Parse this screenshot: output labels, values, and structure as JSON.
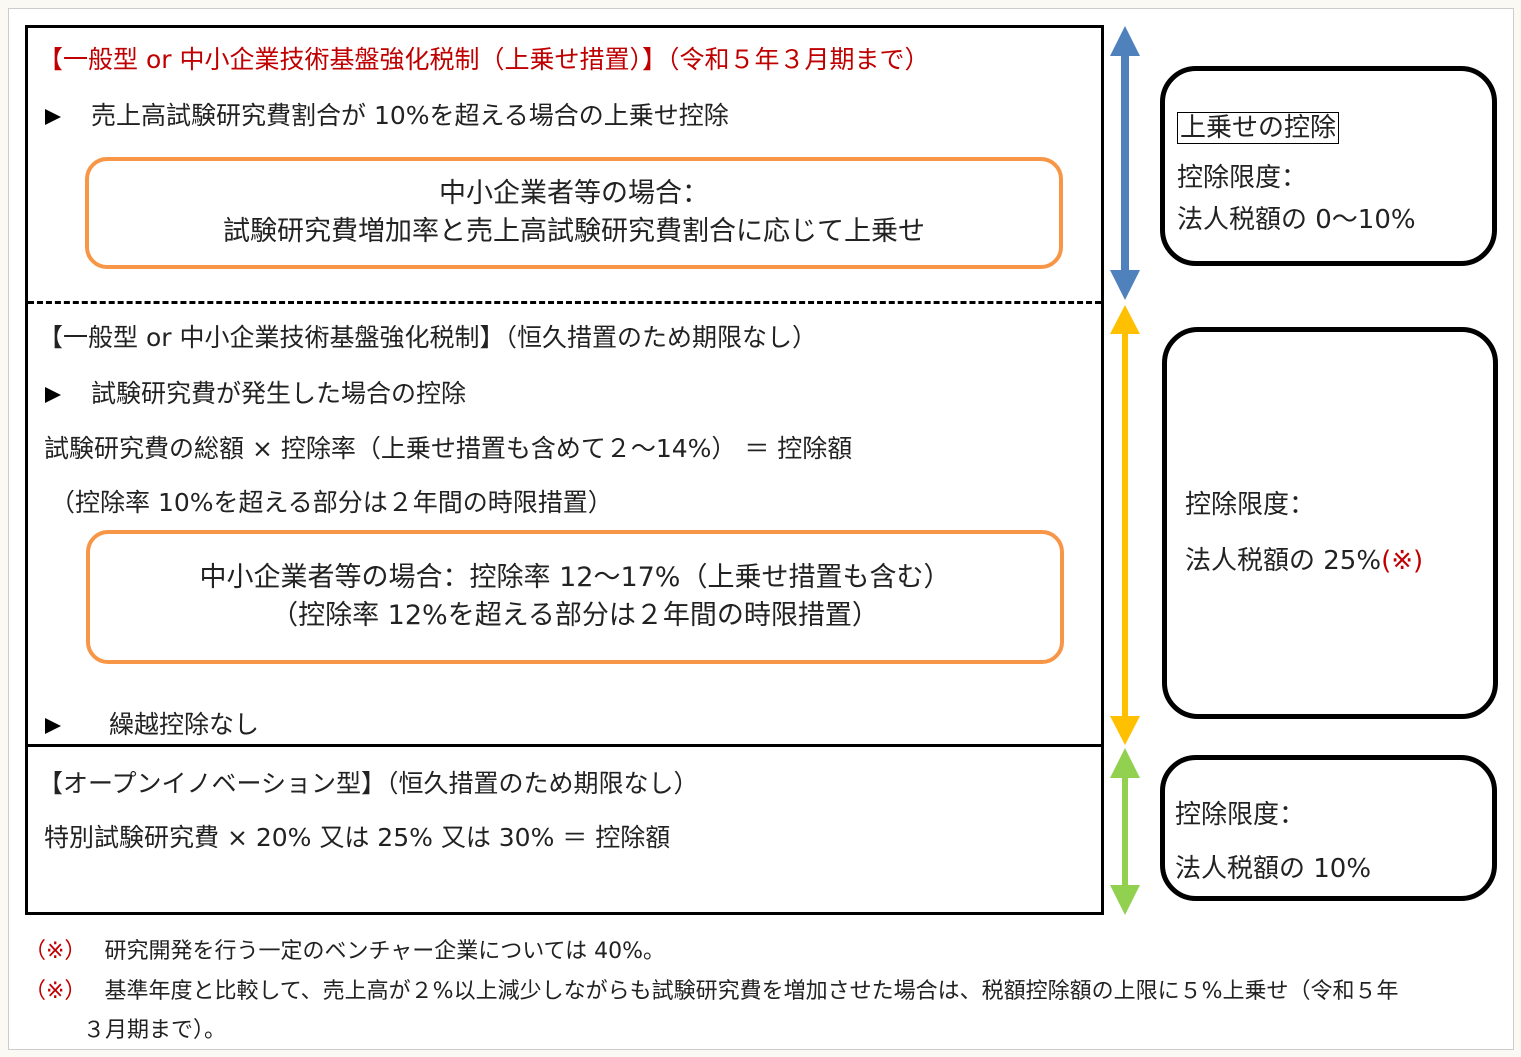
{
  "section1": {
    "heading": "【一般型 or 中小企業技術基盤強化税制（上乗せ措置）】（令和５年３月期まで）",
    "bullet": "売上高試験研究費割合が 10%を超える場合の上乗せ控除",
    "sme_box": {
      "line1": "中小企業者等の場合：",
      "line2": "試験研究費増加率と売上高試験研究費割合に応じて上乗せ"
    }
  },
  "section2": {
    "heading": "【一般型 or 中小企業技術基盤強化税制】（恒久措置のため期限なし）",
    "bullet": "試験研究費が発生した場合の控除",
    "formula": "試験研究費の総額 × 控除率（上乗せ措置も含めて２～14%） ＝ 控除額",
    "note": "（控除率 10%を超える部分は２年間の時限措置）",
    "sme_box": {
      "line1": "中小企業者等の場合：控除率 12～17%（上乗せ措置も含む）",
      "line2": "（控除率 12%を超える部分は２年間の時限措置）"
    },
    "bullet2": "繰越控除なし"
  },
  "section3": {
    "heading": "【オープンイノベーション型】（恒久措置のため期限なし）",
    "formula": "特別試験研究費 × 20% 又は 25% 又は 30% ＝ 控除額"
  },
  "right": {
    "box1": {
      "title": "上乗せの控除",
      "line1": "控除限度：",
      "line2": "法人税額の 0～10%"
    },
    "box2": {
      "line1": "控除限度：",
      "line2": "法人税額の 25%",
      "mark": "(※)"
    },
    "box3": {
      "line1": "控除限度：",
      "line2": "法人税額の 10%"
    }
  },
  "footnotes": [
    {
      "mark": "（※）",
      "text": "研究開発を行う一定のベンチャー企業については 40%。"
    },
    {
      "mark": "（※）",
      "text": "基準年度と比較して、売上高が２%以上減少しながらも試験研究費を増加させた場合は、税額控除額の上限に５%上乗せ（令和５年",
      "text2": "３月期まで）。"
    }
  ],
  "colors": {
    "blue": "#4f81bd",
    "yellow": "#ffc000",
    "green": "#92d050",
    "orange": "#f79646",
    "red": "#c00000"
  }
}
